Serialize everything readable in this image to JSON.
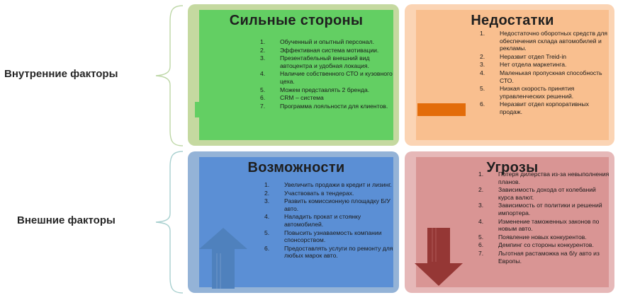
{
  "factors": {
    "internal": "Внутренние факторы",
    "external": "Внешние факторы"
  },
  "quadrants": {
    "strengths": {
      "title": "Сильные стороны",
      "items": [
        "Обученный и опытный персонал.",
        "Эффективная система мотивации.",
        "Презентабельный внешний вид автоцентра и удобная локация.",
        "Наличие собственного СТО и кузовного цеха.",
        "Можем представлять 2 бренда.",
        "CRM – система",
        "Программа лояльности для клиентов."
      ]
    },
    "weaknesses": {
      "title": "Недостатки",
      "items": [
        "Недостаточно оборотных средств для обеспечения склада автомобилей и рекламы.",
        "Неразвит отдел Treid-in",
        "Нет отдела маркетинга.",
        "Маленькая пропускная способность СТО.",
        "Низкая скорость принятия управленческих решений.",
        "Неразвит отдел корпоративных продаж."
      ]
    },
    "opportunities": {
      "title": "Возможности",
      "items": [
        "Увеличить продажи в кредит и лизинг.",
        "Участвовать в тендерах.",
        "Развить комиссионную площадку Б/У авто.",
        "Наладить прокат и стоянку автомобилей.",
        "Повысить узнаваемость компании спонсорством.",
        "Предоставлять услуги по ремонту для любых марок авто."
      ]
    },
    "threats": {
      "title": "Угрозы",
      "items": [
        "Потеря дилерства из-за невыполнения планов.",
        "Зависимость дохода от колебаний курса валют.",
        "Зависимость от политики и решений импортера.",
        "Изменение таможенных законов по новым авто.",
        "Появление новых конкурентов.",
        "Демпинг со стороны конкурентов.",
        "Льготная растаможка на б/у авто из Европы."
      ]
    }
  },
  "colors": {
    "strengths_outer": "#c5d9a0",
    "strengths_inner": "#63cf63",
    "weaknesses_outer": "#fbd4b4",
    "weaknesses_inner": "#f9bf8f",
    "opportunities_outer": "#94b3d7",
    "opportunities_inner": "#5b8fd5",
    "threats_outer": "#e6b8b8",
    "threats_inner": "#d99594",
    "plus_icon": "#63cf63",
    "minus_icon": "#e36c0a",
    "up_arrow": "#4f81bd",
    "down_arrow": "#953735",
    "brace": "#bdd7a6"
  },
  "icons": {
    "strengths": "plus-icon",
    "weaknesses": "minus-icon",
    "opportunities": "up-arrow-icon",
    "threats": "down-arrow-icon"
  }
}
